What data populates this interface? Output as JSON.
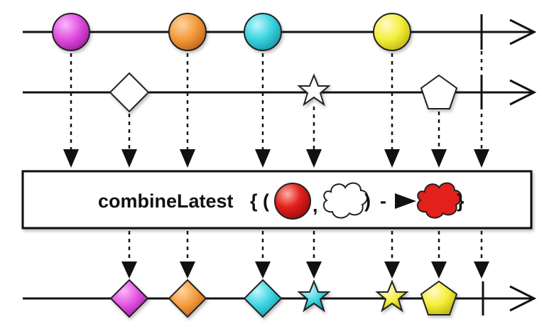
{
  "operator": {
    "name": "combineLatest",
    "brace_open": "{",
    "paren_open": "(",
    "comma": ",",
    "paren_close": ")",
    "arrow_text": "-",
    "brace_close": "}"
  },
  "source_a": {
    "marbles": [
      "magenta",
      "orange",
      "cyan",
      "yellow"
    ],
    "completed": true
  },
  "source_b": {
    "marbles": [
      "diamond",
      "star",
      "pentagon"
    ],
    "completed": true
  },
  "output": {
    "marbles": [
      "magenta-diamond",
      "orange-diamond",
      "cyan-diamond",
      "cyan-star",
      "yellow-star",
      "yellow-pentagon"
    ],
    "completed": true
  },
  "colors": {
    "magenta": "#e04ee0",
    "orange": "#f29a3a",
    "cyan": "#39d3e0",
    "yellow": "#f4ee3a",
    "white": "#ffffff",
    "red": "#e3201c",
    "line": "#111111"
  }
}
